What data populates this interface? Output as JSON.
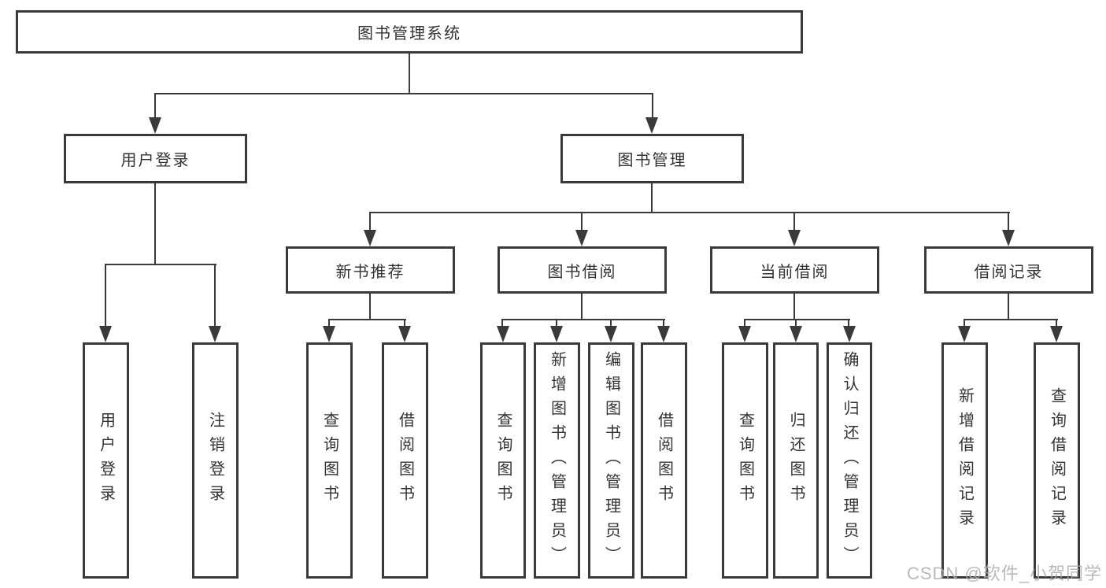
{
  "nodes": {
    "root": {
      "label": "图书管理系统"
    },
    "user_login": {
      "label": "用户登录"
    },
    "book_mgmt": {
      "label": "图书管理"
    },
    "new_book_rec": {
      "label": "新书推荐"
    },
    "book_borrow": {
      "label": "图书借阅"
    },
    "current_borrow": {
      "label": "当前借阅"
    },
    "borrow_record": {
      "label": "借阅记录"
    },
    "leaf_user_login": {
      "label": "用户登录"
    },
    "leaf_logout": {
      "label": "注销登录"
    },
    "leaf_rec_query": {
      "label": "查询图书"
    },
    "leaf_rec_borrow": {
      "label": "借阅图书"
    },
    "leaf_borrow_query": {
      "label": "查询图书"
    },
    "leaf_borrow_add": {
      "label": "新增图书（管理员）"
    },
    "leaf_borrow_edit": {
      "label": "编辑图书（管理员）"
    },
    "leaf_borrow_borrow": {
      "label": "借阅图书"
    },
    "leaf_current_query": {
      "label": "查询图书"
    },
    "leaf_current_return": {
      "label": "归还图书"
    },
    "leaf_current_confirm": {
      "label": "确认归还（管理员）"
    },
    "leaf_record_add": {
      "label": "新增借阅记录"
    },
    "leaf_record_query": {
      "label": "查询借阅记录"
    }
  },
  "watermark": "CSDN @软件_小贺同学",
  "colors": {
    "line": "#3a3a3a",
    "text": "#333333",
    "watermark": "#adadad"
  }
}
